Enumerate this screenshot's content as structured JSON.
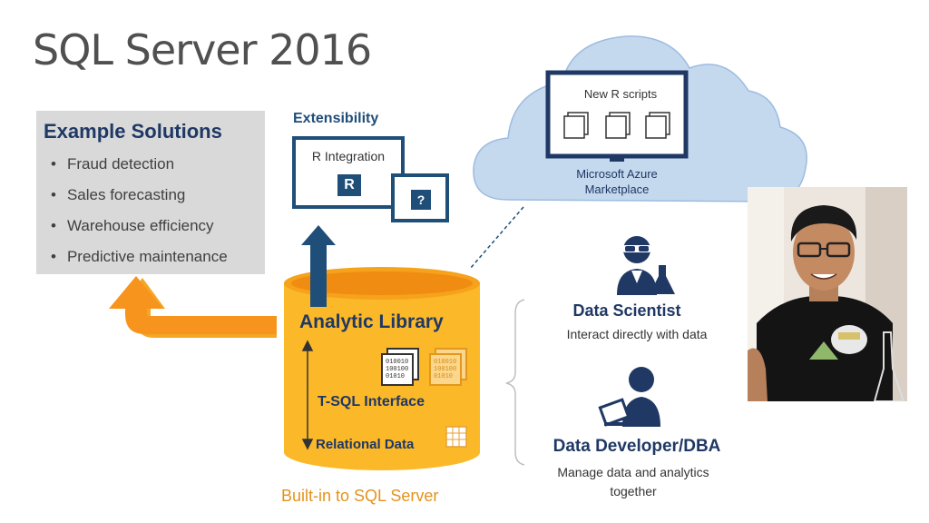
{
  "title": "SQL Server 2016",
  "example_solutions": {
    "heading": "Example Solutions",
    "items": [
      "Fraud detection",
      "Sales forecasting",
      "Warehouse efficiency",
      "Predictive maintenance"
    ]
  },
  "extensibility": {
    "label": "Extensibility",
    "r_integration_label": "R Integration",
    "r_badge": "R",
    "unknown_badge": "?"
  },
  "cloud": {
    "scripts_label": "New R scripts",
    "marketplace_label": "Microsoft Azure Marketplace"
  },
  "database": {
    "analytic_library": "Analytic Library",
    "tsql_interface": "T-SQL Interface",
    "relational_data": "Relational Data",
    "builtin_label": "Built-in to SQL Server",
    "binary_text": "010010 100100 01010"
  },
  "roles": {
    "data_scientist": {
      "title": "Data Scientist",
      "description": "Interact directly with data"
    },
    "data_developer": {
      "title": "Data Developer/DBA",
      "description": "Manage data and analytics together"
    }
  },
  "colors": {
    "navy": "#1f3864",
    "blue": "#1f4e79",
    "orange": "#f5a623",
    "cloud": "#c5d9ee",
    "gray_box": "#d9d9d9"
  }
}
